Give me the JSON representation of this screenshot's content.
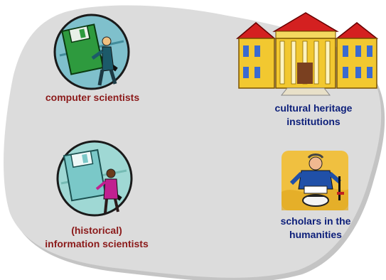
{
  "colors": {
    "background": "#ffffff",
    "region_fill": "#dcdcdc",
    "region_shadow": "#c4c4c4",
    "scientist_label": "#8b1a1a",
    "humanities_label": "#0d1f7a"
  },
  "groups": {
    "computer_scientists": {
      "label": "computer scientists",
      "icon": "computer-scientist-clipart-icon"
    },
    "cultural_heritage": {
      "line1": "cultural heritage",
      "line2": "institutions",
      "icon": "museum-building-clipart-icon"
    },
    "information_scientists": {
      "line1": "(historical)",
      "line2": "information scientists",
      "icon": "information-scientist-clipart-icon"
    },
    "humanities_scholars": {
      "line1": "scholars in the",
      "line2": "humanities",
      "icon": "scholar-reading-clipart-icon"
    }
  }
}
